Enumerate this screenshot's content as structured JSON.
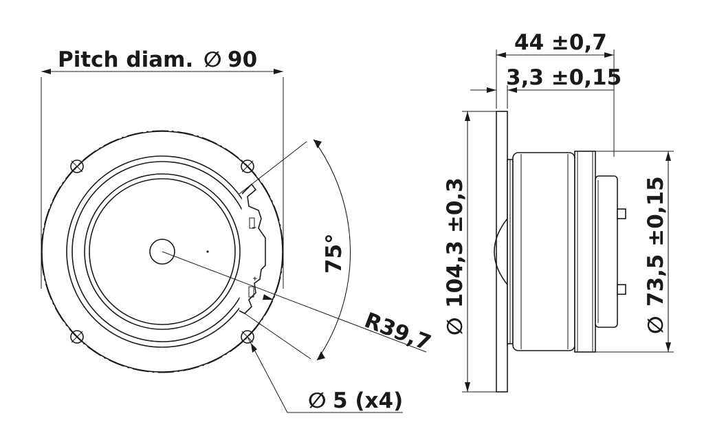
{
  "front_view": {
    "pitch_label": "Pitch diam.",
    "pitch_value": "90",
    "angle_label": "75°",
    "radius_label": "R39,7",
    "hole_value": "5 (x4)",
    "minus_mark": "−",
    "plus_mark": "+"
  },
  "side_view": {
    "depth_label": "44 ±0,7",
    "flange_label": "3,3 ±0,15",
    "outer_diam_label": "104,3 ±0,3",
    "magnet_diam_label": "73,5 ±0,15"
  },
  "symbols": {
    "diameter": "∅"
  }
}
